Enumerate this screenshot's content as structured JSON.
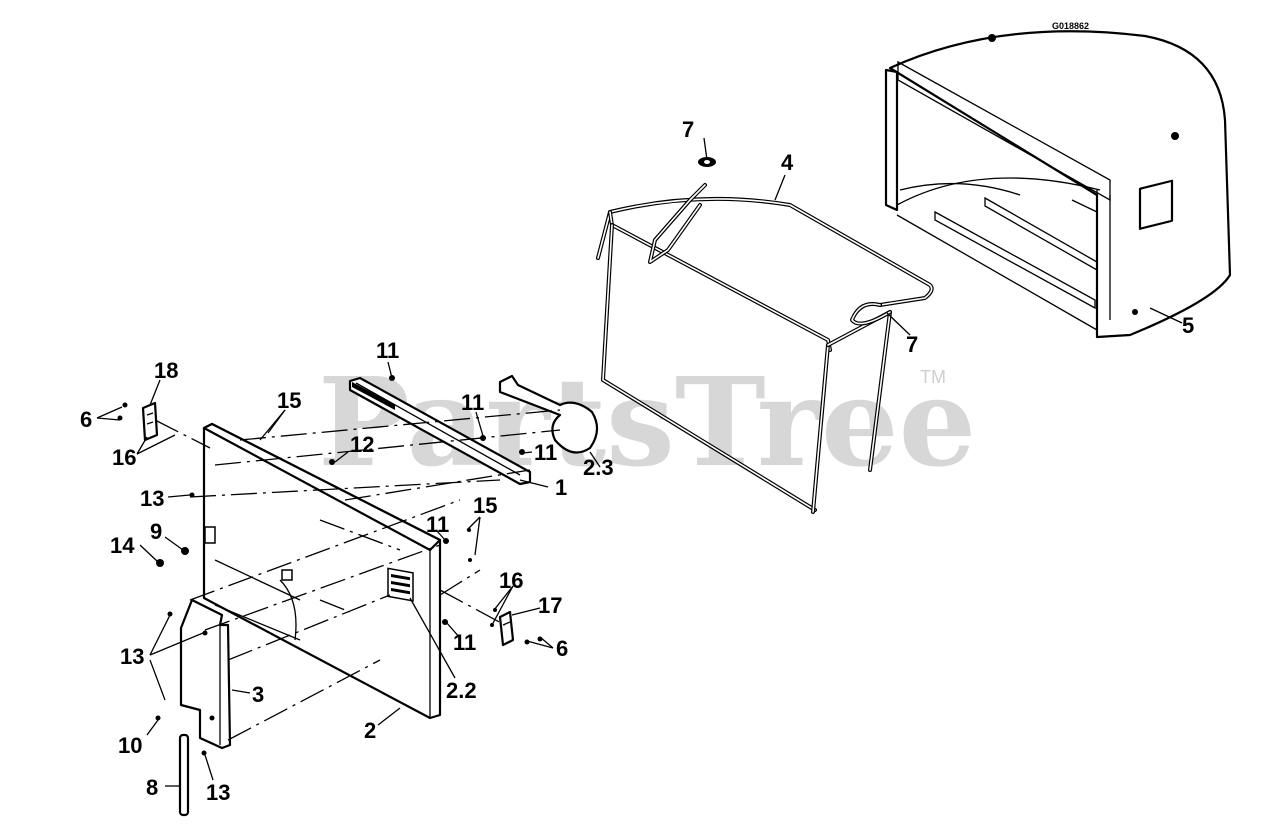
{
  "figure_id": "G018862",
  "watermark": {
    "text": "PartsTree",
    "tm": "TM"
  },
  "callouts": {
    "c1": "1",
    "c2": "2",
    "c2_2": "2.2",
    "c2_3": "2.3",
    "c3": "3",
    "c4": "4",
    "c5": "5",
    "c6a": "6",
    "c6b": "6",
    "c7a": "7",
    "c7b": "7",
    "c8": "8",
    "c9": "9",
    "c10": "10",
    "c11a": "11",
    "c11b": "11",
    "c11c": "11",
    "c11d": "11",
    "c11e": "11",
    "c12": "12",
    "c13a": "13",
    "c13b": "13",
    "c13c": "13",
    "c14": "14",
    "c15a": "15",
    "c15b": "15",
    "c16a": "16",
    "c16b": "16",
    "c17": "17",
    "c18": "18"
  }
}
